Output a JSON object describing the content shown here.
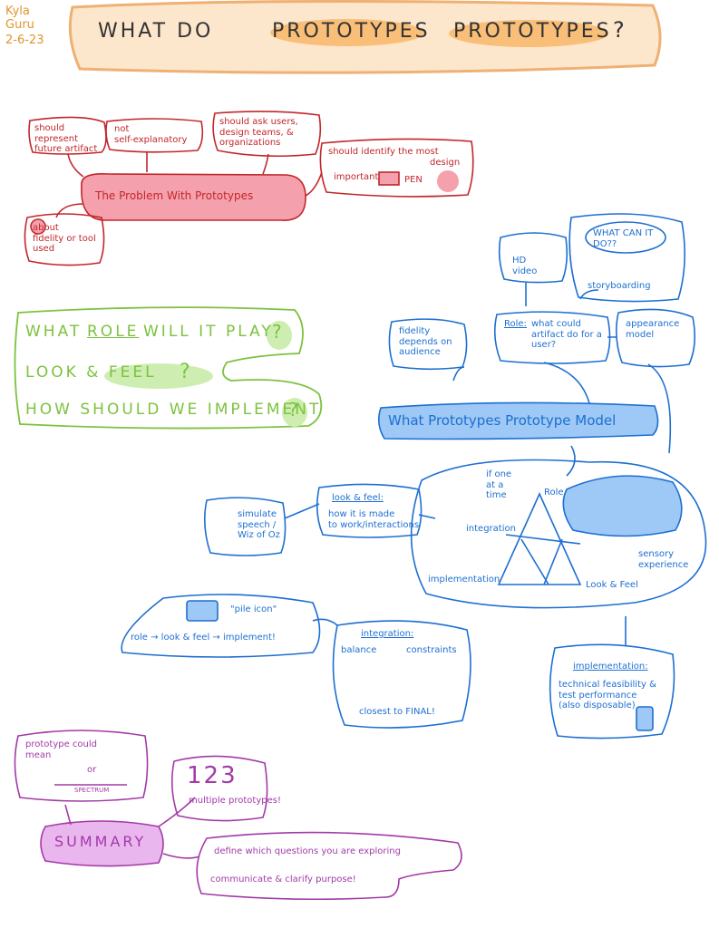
{
  "author": {
    "name": "Kyla\nGuru",
    "date": "2-6-23"
  },
  "title": {
    "part1": "WHAT DO",
    "hl1": "PROTOTYPES",
    "hl2": "PROTOTYPES",
    "qmark": "?"
  },
  "problem": {
    "center": "The Problem With Prototypes",
    "notes": {
      "represent": "should\nrepresent\nfuture artifact",
      "explanatory": "not\nself-explanatory",
      "ask": "should ask users,\ndesign teams, &\norganizations",
      "identify": "should identify the most",
      "important": "important",
      "design": "design",
      "pen": "PEN",
      "fidelity": "about\nfidelity or tool\nused"
    }
  },
  "questions": {
    "role_pre": "WHAT",
    "role_word": "ROLE",
    "role_post": "WILL IT PLAY",
    "look_feel": "LOOK & FEEL",
    "implement": "HOW SHOULD WE IMPLEMENT",
    "qmark": "?"
  },
  "model": {
    "title": "What Prototypes Prototype Model",
    "role_box": {
      "label": "Role:",
      "text": "what could\nartifact do for a\nuser?"
    },
    "fidelity": "fidelity\ndepends on\naudience",
    "hd_video": "HD\nvideo",
    "what_can": "WHAT CAN IT\nDO??",
    "storyboarding": "storyboarding",
    "appearance": "appearance\nmodel",
    "triangle": {
      "one_time": "if one\nat a\ntime",
      "role": "Role",
      "integration": "integration",
      "implementation": "implementation",
      "look_feel": "Look & Feel",
      "sensory": "sensory\nexperience"
    },
    "look_box": {
      "label": "look & feel:",
      "text": "how it is made\nto work/interactions"
    },
    "simulate": "simulate\nspeech /\nWiz of Oz",
    "pile_icon": "\"pile icon\"",
    "flow": "role → look & feel → implement!",
    "integration_box": {
      "label": "integration:",
      "balance": "balance",
      "constraints": "constraints",
      "closest": "closest to FINAL!"
    },
    "impl_box": {
      "label": "implementation:",
      "text": "technical feasibility &\ntest performance\n(also disposable)"
    }
  },
  "summary": {
    "title": "SUMMARY",
    "could_mean": "prototype could\nmean",
    "or": "or",
    "spectrum": "SPECTRUM",
    "numbers": "123",
    "multiple": "multiple prototypes!",
    "define": "define which questions you are exploring",
    "communicate": "communicate & clarify purpose!"
  },
  "colors": {
    "orange": "#e0952e",
    "red": "#c2262b",
    "pink_fill": "#f08ea0",
    "blue": "#1d6fd1",
    "blue_fill": "#9ec8f5",
    "green": "#7cc23f",
    "green_fill": "#cdeeb0",
    "purple": "#a23aa8",
    "purple_fill": "#eab6ee"
  }
}
